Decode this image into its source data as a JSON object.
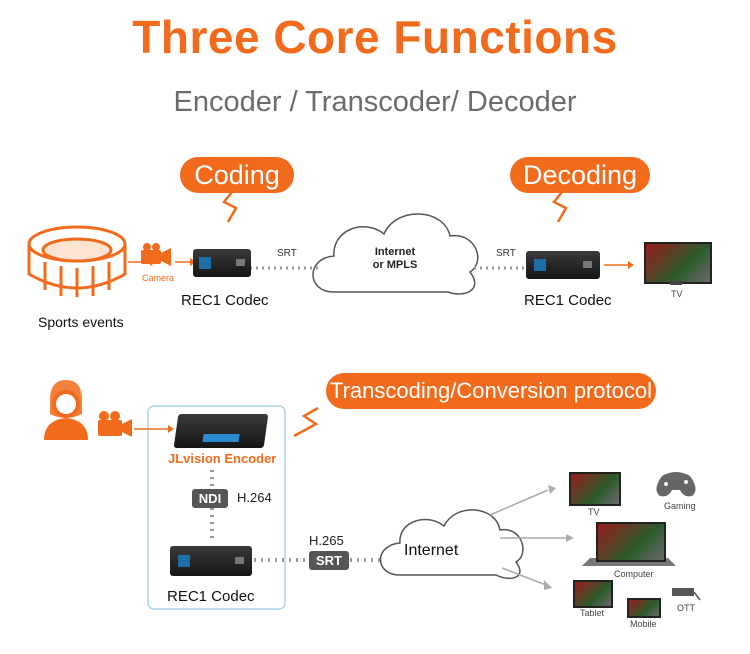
{
  "title": "Three Core Functions",
  "subtitle": "Encoder / Transcoder/ Decoder",
  "top": {
    "coding_label": "Coding",
    "decoding_label": "Decoding",
    "sports_label": "Sports events",
    "camera_label": "Camera",
    "codec_left_label": "REC1 Codec",
    "codec_right_label": "REC1 Codec",
    "srt_left": "SRT",
    "srt_right": "SRT",
    "cloud_line1": "Internet",
    "cloud_line2": "or MPLS",
    "tv_label": "TV"
  },
  "bottom": {
    "transcoding_label": "Transcoding/Conversion protocol",
    "encoder_label": "JLvision Encoder",
    "ndi_tag": "NDI",
    "h264_label": "H.264",
    "codec_label": "REC1 Codec",
    "h265_label": "H.265",
    "srt_tag": "SRT",
    "internet_label": "Internet",
    "tv_label": "TV",
    "gaming_label": "Gaming",
    "computer_label": "Computer",
    "tablet_label": "Tablet",
    "mobile_label": "Mobile",
    "ott_label": "OTT"
  },
  "colors": {
    "accent": "#f26a1b",
    "subtitle": "#6b6b6b",
    "box_border": "#a9d6ee"
  }
}
